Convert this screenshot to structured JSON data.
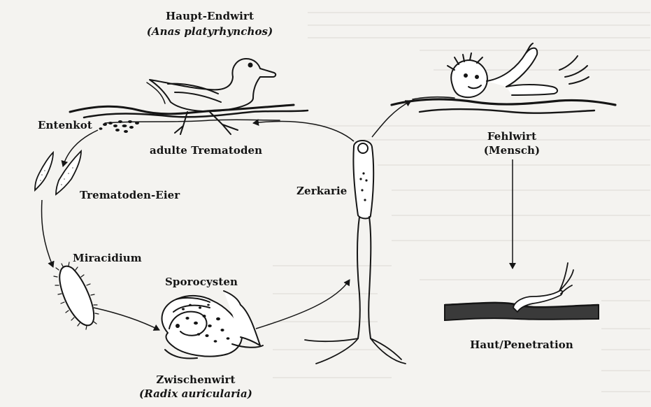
{
  "labels": {
    "definitive_host": "Haupt-Endwirt",
    "definitive_host_species": "(Anas platyrhynchos)",
    "feces": "Entenkot",
    "adult_trematodes": "adulte Trematoden",
    "eggs": "Trematoden-Eier",
    "miracidium": "Miracidium",
    "sporocysts": "Sporocysten",
    "intermediate_host": "Zwischenwirt",
    "intermediate_host_species": "(Radix auricularia)",
    "cercaria": "Zerkarie",
    "accidental_host": "Fehlwirt",
    "accidental_host_note": "(Mensch)",
    "skin_penetration": "Haut/Penetration"
  },
  "colors": {
    "ink": "#151515",
    "paper": "#f4f3f0"
  }
}
